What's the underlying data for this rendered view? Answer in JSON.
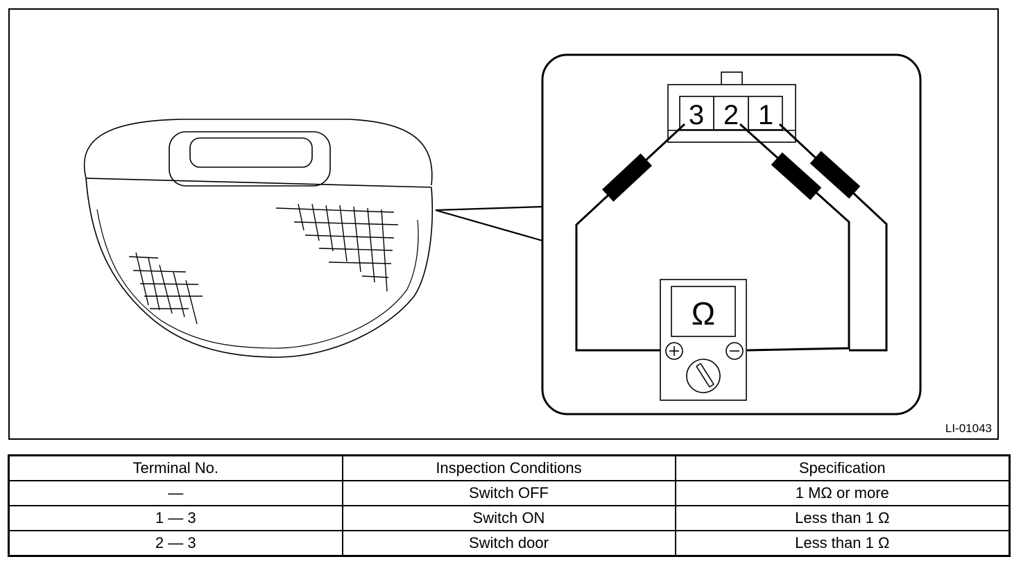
{
  "figure": {
    "id_label": "LI-01043",
    "terminals": [
      "3",
      "2",
      "1"
    ],
    "meter_symbol": "Ω"
  },
  "table": {
    "headers": [
      "Terminal No.",
      "Inspection Conditions",
      "Specification"
    ],
    "rows": [
      [
        "—",
        "Switch OFF",
        "1 MΩ or more"
      ],
      [
        "1 — 3",
        "Switch ON",
        "Less than 1 Ω"
      ],
      [
        "2 — 3",
        "Switch door",
        "Less than 1 Ω"
      ]
    ]
  }
}
